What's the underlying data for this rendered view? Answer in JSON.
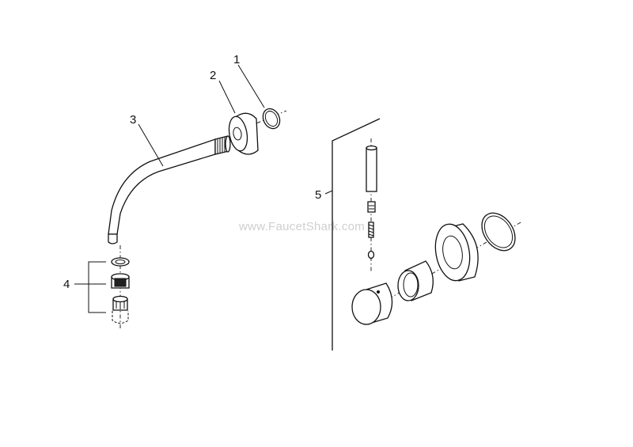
{
  "callouts": {
    "c1": "1",
    "c2": "2",
    "c3": "3",
    "c4": "4",
    "c5": "5"
  },
  "watermark": "www.FaucetShark.com",
  "colors": {
    "line": "#111111",
    "background": "#ffffff",
    "watermark": "#cfcfcf"
  }
}
